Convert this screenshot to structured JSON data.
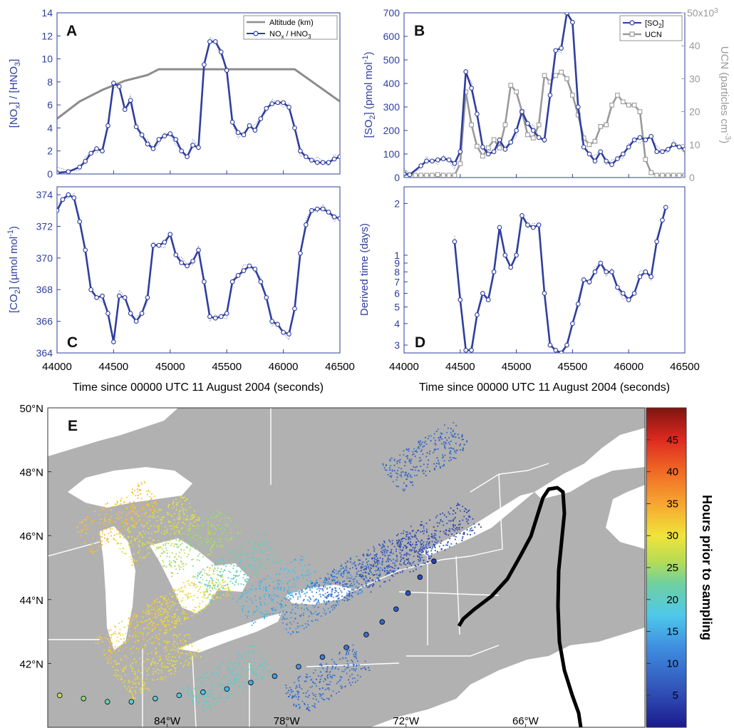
{
  "chart_data": [
    {
      "panel": "A",
      "type": "line",
      "ylabel": "[NOx] / [HNO3]",
      "xlim": [
        44000,
        46500
      ],
      "ylim": [
        0,
        14
      ],
      "yticks": [
        0,
        2,
        4,
        6,
        8,
        10,
        12,
        14
      ],
      "xticks": [
        44000,
        44500,
        45000,
        45500,
        46000,
        46500
      ],
      "legend": {
        "position": "top-right",
        "entries": [
          "Altitude (km)",
          "NOx / HNO3"
        ]
      },
      "series": [
        {
          "name": "Altitude (km)",
          "color": "#8c8c8c",
          "x": [
            44000,
            44200,
            44400,
            44600,
            44800,
            44900,
            45000,
            45500,
            46000,
            46100,
            46300,
            46500
          ],
          "y": [
            4.8,
            6.3,
            7.3,
            8.1,
            8.6,
            9.1,
            9.1,
            9.1,
            9.1,
            9.1,
            7.7,
            6.3
          ]
        },
        {
          "name": "NOx / HNO3",
          "color": "#2f3e9e",
          "x": [
            44000,
            44100,
            44200,
            44250,
            44300,
            44350,
            44400,
            44450,
            44500,
            44550,
            44600,
            44650,
            44700,
            44750,
            44800,
            44850,
            44900,
            44950,
            45000,
            45050,
            45100,
            45150,
            45200,
            45250,
            45300,
            45350,
            45400,
            45450,
            45500,
            45550,
            45600,
            45650,
            45700,
            45750,
            45800,
            45850,
            45900,
            45950,
            46000,
            46050,
            46100,
            46150,
            46200,
            46250,
            46300,
            46350,
            46400,
            46450,
            46500
          ],
          "y": [
            0.1,
            0.2,
            0.6,
            1.1,
            1.8,
            2.2,
            2.0,
            4.2,
            7.9,
            7.6,
            5.6,
            6.4,
            4.1,
            3.4,
            2.6,
            2.2,
            3.0,
            3.3,
            3.5,
            3.0,
            2.0,
            1.5,
            2.5,
            2.3,
            9.5,
            11.5,
            11.5,
            10.6,
            9.0,
            4.5,
            3.6,
            3.4,
            4.2,
            3.8,
            4.8,
            5.7,
            6.1,
            6.2,
            6.2,
            5.8,
            4.0,
            2.0,
            1.5,
            1.2,
            1.0,
            1.0,
            1.0,
            1.3,
            1.5
          ]
        }
      ]
    },
    {
      "panel": "B",
      "type": "line",
      "ylabel": "[SO2] (pmol mol-1)",
      "ylabel_right": "UCN (particles cm-3)",
      "xlim": [
        44000,
        46500
      ],
      "ylim": [
        0,
        700
      ],
      "ylim_right": [
        0,
        50000
      ],
      "yticks": [
        0,
        100,
        200,
        300,
        400,
        500,
        600,
        700
      ],
      "yticks_right": [
        0,
        10,
        20,
        30,
        40,
        "50x10^3"
      ],
      "legend": {
        "position": "top-right",
        "entries": [
          "[SO2]",
          "UCN"
        ]
      },
      "series": [
        {
          "name": "[SO2]",
          "color": "#2f3e9e",
          "x": [
            44000,
            44050,
            44150,
            44200,
            44250,
            44300,
            44350,
            44400,
            44450,
            44500,
            44550,
            44600,
            44650,
            44700,
            44750,
            44800,
            44850,
            44900,
            44950,
            45000,
            45050,
            45100,
            45150,
            45200,
            45250,
            45300,
            45350,
            45400,
            45450,
            45500,
            45550,
            45600,
            45650,
            45700,
            45750,
            45800,
            45850,
            45900,
            45950,
            46000,
            46050,
            46100,
            46150,
            46200,
            46250,
            46300,
            46350,
            46400,
            46450,
            46500
          ],
          "y": [
            15,
            12,
            50,
            70,
            70,
            75,
            80,
            75,
            60,
            110,
            450,
            380,
            270,
            130,
            100,
            110,
            160,
            120,
            150,
            200,
            280,
            230,
            200,
            170,
            160,
            350,
            540,
            550,
            700,
            660,
            300,
            130,
            100,
            70,
            110,
            70,
            55,
            80,
            100,
            130,
            160,
            170,
            160,
            175,
            110,
            110,
            120,
            140,
            130,
            120
          ]
        },
        {
          "name": "UCN",
          "color": "#9a9a9a",
          "x": [
            44000,
            44100,
            44150,
            44200,
            44250,
            44300,
            44350,
            44400,
            44450,
            44500,
            44550,
            44600,
            44650,
            44700,
            44750,
            44800,
            44850,
            44900,
            44950,
            45000,
            45050,
            45100,
            45150,
            45200,
            45250,
            45300,
            45350,
            45400,
            45450,
            45500,
            45550,
            45600,
            45650,
            45700,
            45750,
            45800,
            45850,
            45900,
            45950,
            46000,
            46050,
            46100,
            46150,
            46200,
            46250,
            46300,
            46350,
            46400,
            46450,
            46500
          ],
          "y": [
            1400,
            700,
            700,
            700,
            700,
            900,
            700,
            700,
            700,
            4200,
            26000,
            16000,
            9500,
            6500,
            9000,
            11500,
            9000,
            16000,
            28000,
            26000,
            20000,
            13000,
            12000,
            16000,
            31000,
            29000,
            31000,
            32000,
            30000,
            25000,
            19000,
            12000,
            10000,
            11000,
            15500,
            16000,
            22000,
            25000,
            23000,
            22000,
            22000,
            20000,
            5500,
            1500,
            700,
            700,
            700,
            700,
            700,
            700
          ]
        }
      ]
    },
    {
      "panel": "C",
      "type": "line",
      "ylabel": "[CO2] (µmol mol-1)",
      "xlabel": "Time since 00000 UTC 11 August 2004 (seconds)",
      "xlim": [
        44000,
        46500
      ],
      "ylim": [
        364,
        374.5
      ],
      "yticks": [
        364,
        366,
        368,
        370,
        372,
        374
      ],
      "xticks": [
        44000,
        44500,
        45000,
        45500,
        46000,
        46500
      ],
      "series": [
        {
          "name": "",
          "color": "#2f3e9e",
          "x": [
            44000,
            44050,
            44100,
            44150,
            44200,
            44250,
            44300,
            44350,
            44400,
            44450,
            44500,
            44550,
            44600,
            44650,
            44700,
            44750,
            44800,
            44850,
            44900,
            44950,
            45000,
            45050,
            45100,
            45150,
            45200,
            45250,
            45300,
            45350,
            45400,
            45450,
            45500,
            45550,
            45600,
            45650,
            45700,
            45750,
            45800,
            45850,
            45900,
            45950,
            46000,
            46050,
            46100,
            46150,
            46200,
            46250,
            46300,
            46350,
            46400,
            46450,
            46500
          ],
          "y": [
            373.0,
            373.7,
            374.0,
            373.8,
            372.3,
            370.5,
            368.0,
            367.5,
            367.6,
            366.5,
            364.7,
            367.6,
            367.5,
            366.5,
            366.0,
            366.5,
            367.5,
            370.8,
            370.8,
            371.0,
            371.5,
            370.2,
            369.7,
            369.5,
            369.8,
            370.5,
            368.5,
            366.3,
            366.2,
            366.3,
            366.5,
            368.5,
            368.9,
            369.2,
            369.5,
            369.3,
            368.5,
            367.5,
            366.0,
            365.8,
            365.3,
            365.2,
            366.8,
            370.3,
            372.1,
            373.0,
            373.1,
            373.1,
            372.9,
            372.6,
            372.5
          ]
        }
      ]
    },
    {
      "panel": "D",
      "type": "line",
      "ylabel": "Derived time (days)",
      "xlabel": "Time since 00000 UTC 11 August 2004 (seconds)",
      "xlim": [
        44000,
        46500
      ],
      "ylim": [
        0.27,
        2.5
      ],
      "yscale": "log",
      "yticks": [
        3,
        4,
        5,
        6,
        7,
        8,
        9,
        1,
        2
      ],
      "xticks": [
        44000,
        44500,
        45000,
        45500,
        46000,
        46500
      ],
      "series": [
        {
          "name": "",
          "color": "#2f3e9e",
          "x": [
            44450,
            44500,
            44550,
            44600,
            44650,
            44700,
            44750,
            44800,
            44850,
            44900,
            44950,
            45000,
            45050,
            45100,
            45150,
            45200,
            45250,
            45300,
            45350,
            45400,
            45450,
            45500,
            45550,
            45600,
            45650,
            45700,
            45750,
            45800,
            45850,
            45900,
            45950,
            46000,
            46050,
            46100,
            46150,
            46200,
            46250,
            46300,
            46330
          ],
          "y": [
            1.2,
            0.55,
            0.28,
            0.28,
            0.45,
            0.6,
            0.55,
            0.8,
            1.45,
            1.0,
            0.85,
            1.0,
            1.7,
            1.5,
            1.45,
            1.5,
            0.6,
            0.3,
            0.28,
            0.27,
            0.3,
            0.4,
            0.52,
            0.72,
            0.7,
            0.8,
            0.9,
            0.8,
            0.8,
            0.65,
            0.6,
            0.55,
            0.6,
            0.75,
            0.8,
            0.75,
            1.2,
            1.6,
            1.9
          ]
        }
      ]
    },
    {
      "panel": "E",
      "type": "scatter",
      "xlim": [
        -90,
        -60
      ],
      "ylim": [
        40,
        50
      ],
      "xticks": [
        "84°W",
        "78°W",
        "72°W",
        "66°W"
      ],
      "yticks": [
        "42°N",
        "44°N",
        "46°N",
        "48°N",
        "50°N"
      ],
      "colorbar": {
        "label": "Hours prior to sampling",
        "range": [
          0,
          50
        ],
        "ticks": [
          5,
          10,
          15,
          20,
          25,
          30,
          35,
          40,
          45
        ]
      },
      "flight_track_points": [
        {
          "lon": -89.4,
          "lat": 41.0,
          "h": 26
        },
        {
          "lon": -88.2,
          "lat": 40.9,
          "h": 24
        },
        {
          "lon": -87.0,
          "lat": 40.8,
          "h": 22
        },
        {
          "lon": -85.8,
          "lat": 40.8,
          "h": 20
        },
        {
          "lon": -84.6,
          "lat": 40.9,
          "h": 19
        },
        {
          "lon": -83.4,
          "lat": 41.0,
          "h": 18
        },
        {
          "lon": -82.2,
          "lat": 41.1,
          "h": 17
        },
        {
          "lon": -81.0,
          "lat": 41.2,
          "h": 16
        },
        {
          "lon": -79.8,
          "lat": 41.4,
          "h": 15
        },
        {
          "lon": -78.6,
          "lat": 41.6,
          "h": 14
        },
        {
          "lon": -77.4,
          "lat": 41.9,
          "h": 13
        },
        {
          "lon": -76.2,
          "lat": 42.2,
          "h": 11
        },
        {
          "lon": -75.0,
          "lat": 42.5,
          "h": 10
        },
        {
          "lon": -74.0,
          "lat": 42.9,
          "h": 9
        },
        {
          "lon": -73.2,
          "lat": 43.3,
          "h": 8
        },
        {
          "lon": -72.5,
          "lat": 43.7,
          "h": 7
        },
        {
          "lon": -71.9,
          "lat": 44.2,
          "h": 6
        },
        {
          "lon": -71.3,
          "lat": 44.7,
          "h": 5
        },
        {
          "lon": -70.6,
          "lat": 45.2,
          "h": 4
        }
      ],
      "plume_clusters": [
        {
          "lon": -86.5,
          "lat": 46.6,
          "h": 33
        },
        {
          "lon": -84.5,
          "lat": 46.2,
          "h": 29
        },
        {
          "lon": -82.5,
          "lat": 45.8,
          "h": 25
        },
        {
          "lon": -80.5,
          "lat": 45.0,
          "h": 21
        },
        {
          "lon": -78.5,
          "lat": 44.3,
          "h": 16
        },
        {
          "lon": -76.5,
          "lat": 44.0,
          "h": 12
        },
        {
          "lon": -74.5,
          "lat": 44.8,
          "h": 8
        },
        {
          "lon": -72.5,
          "lat": 45.4,
          "h": 6
        },
        {
          "lon": -70.5,
          "lat": 46.0,
          "h": 5
        },
        {
          "lon": -85.5,
          "lat": 43.0,
          "h": 32
        },
        {
          "lon": -84.5,
          "lat": 42.0,
          "h": 31
        },
        {
          "lon": -83.0,
          "lat": 44.0,
          "h": 30
        },
        {
          "lon": -81.0,
          "lat": 41.5,
          "h": 20
        },
        {
          "lon": -76.0,
          "lat": 41.5,
          "h": 9
        },
        {
          "lon": -71.0,
          "lat": 48.5,
          "h": 8
        }
      ]
    }
  ],
  "labels": {
    "panelA": "A",
    "panelB": "B",
    "panelC": "C",
    "panelD": "D",
    "panelE": "E",
    "xlabel": "Time since 00000 UTC 11 August 2004 (seconds)",
    "a_ylabel_1": "[NO",
    "a_ylabel_2": "x",
    "a_ylabel_3": "] / [HNO",
    "a_ylabel_4": "3",
    "a_ylabel_5": "]",
    "b_ylabel_1": "[SO",
    "b_ylabel_2": "2",
    "b_ylabel_3": "] (pmol mol",
    "b_ylabel_4": "-1",
    "b_ylabel_5": ")",
    "b_ylabel_r1": "UCN (particles cm",
    "b_ylabel_r2": "-3",
    "b_ylabel_r3": ")",
    "b_right_top": "50x10",
    "b_right_top_sup": "3",
    "c_ylabel_1": "[CO",
    "c_ylabel_2": "2",
    "c_ylabel_3": "] (µmol mol",
    "c_ylabel_4": "-1",
    "c_ylabel_5": ")",
    "d_ylabel": "Derived time (days)",
    "legA_alt": "Altitude (km)",
    "legA_n1": "NO",
    "legA_n2": "x",
    "legA_n3": " / HNO",
    "legA_n4": "3",
    "legB_s1": "[SO",
    "legB_s2": "2",
    "legB_s3": "]",
    "legB_ucn": "UCN",
    "cb_label": "Hours prior to sampling"
  },
  "colors": {
    "blue": "#2f3e9e",
    "gray": "#8c8c8c",
    "land": "#b1b1b1",
    "lakes": "#ffffff"
  }
}
